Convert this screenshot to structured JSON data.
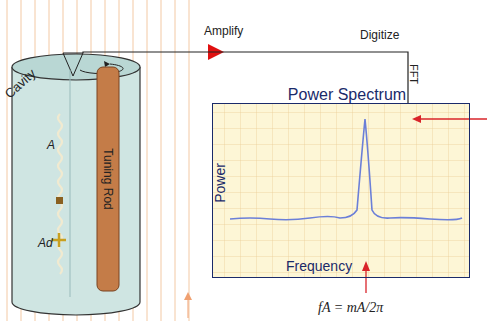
{
  "diagram": {
    "nodes": [
      {
        "text": [
          "Cavity"
        ]
      },
      {
        "text": [
          "Tuning Rod"
        ],
        "in": 0
      },
      {
        "text": [
          "Power Spectrum"
        ]
      }
    ],
    "edges": [
      {
        "from": 0,
        "to": 2,
        "arrow": "none"
      }
    ],
    "labels": [
      "A",
      "Ad",
      "Amplify",
      "Digitize",
      "FFT",
      "Power",
      "Frequency",
      "fA = mA/2π"
    ]
  }
}
